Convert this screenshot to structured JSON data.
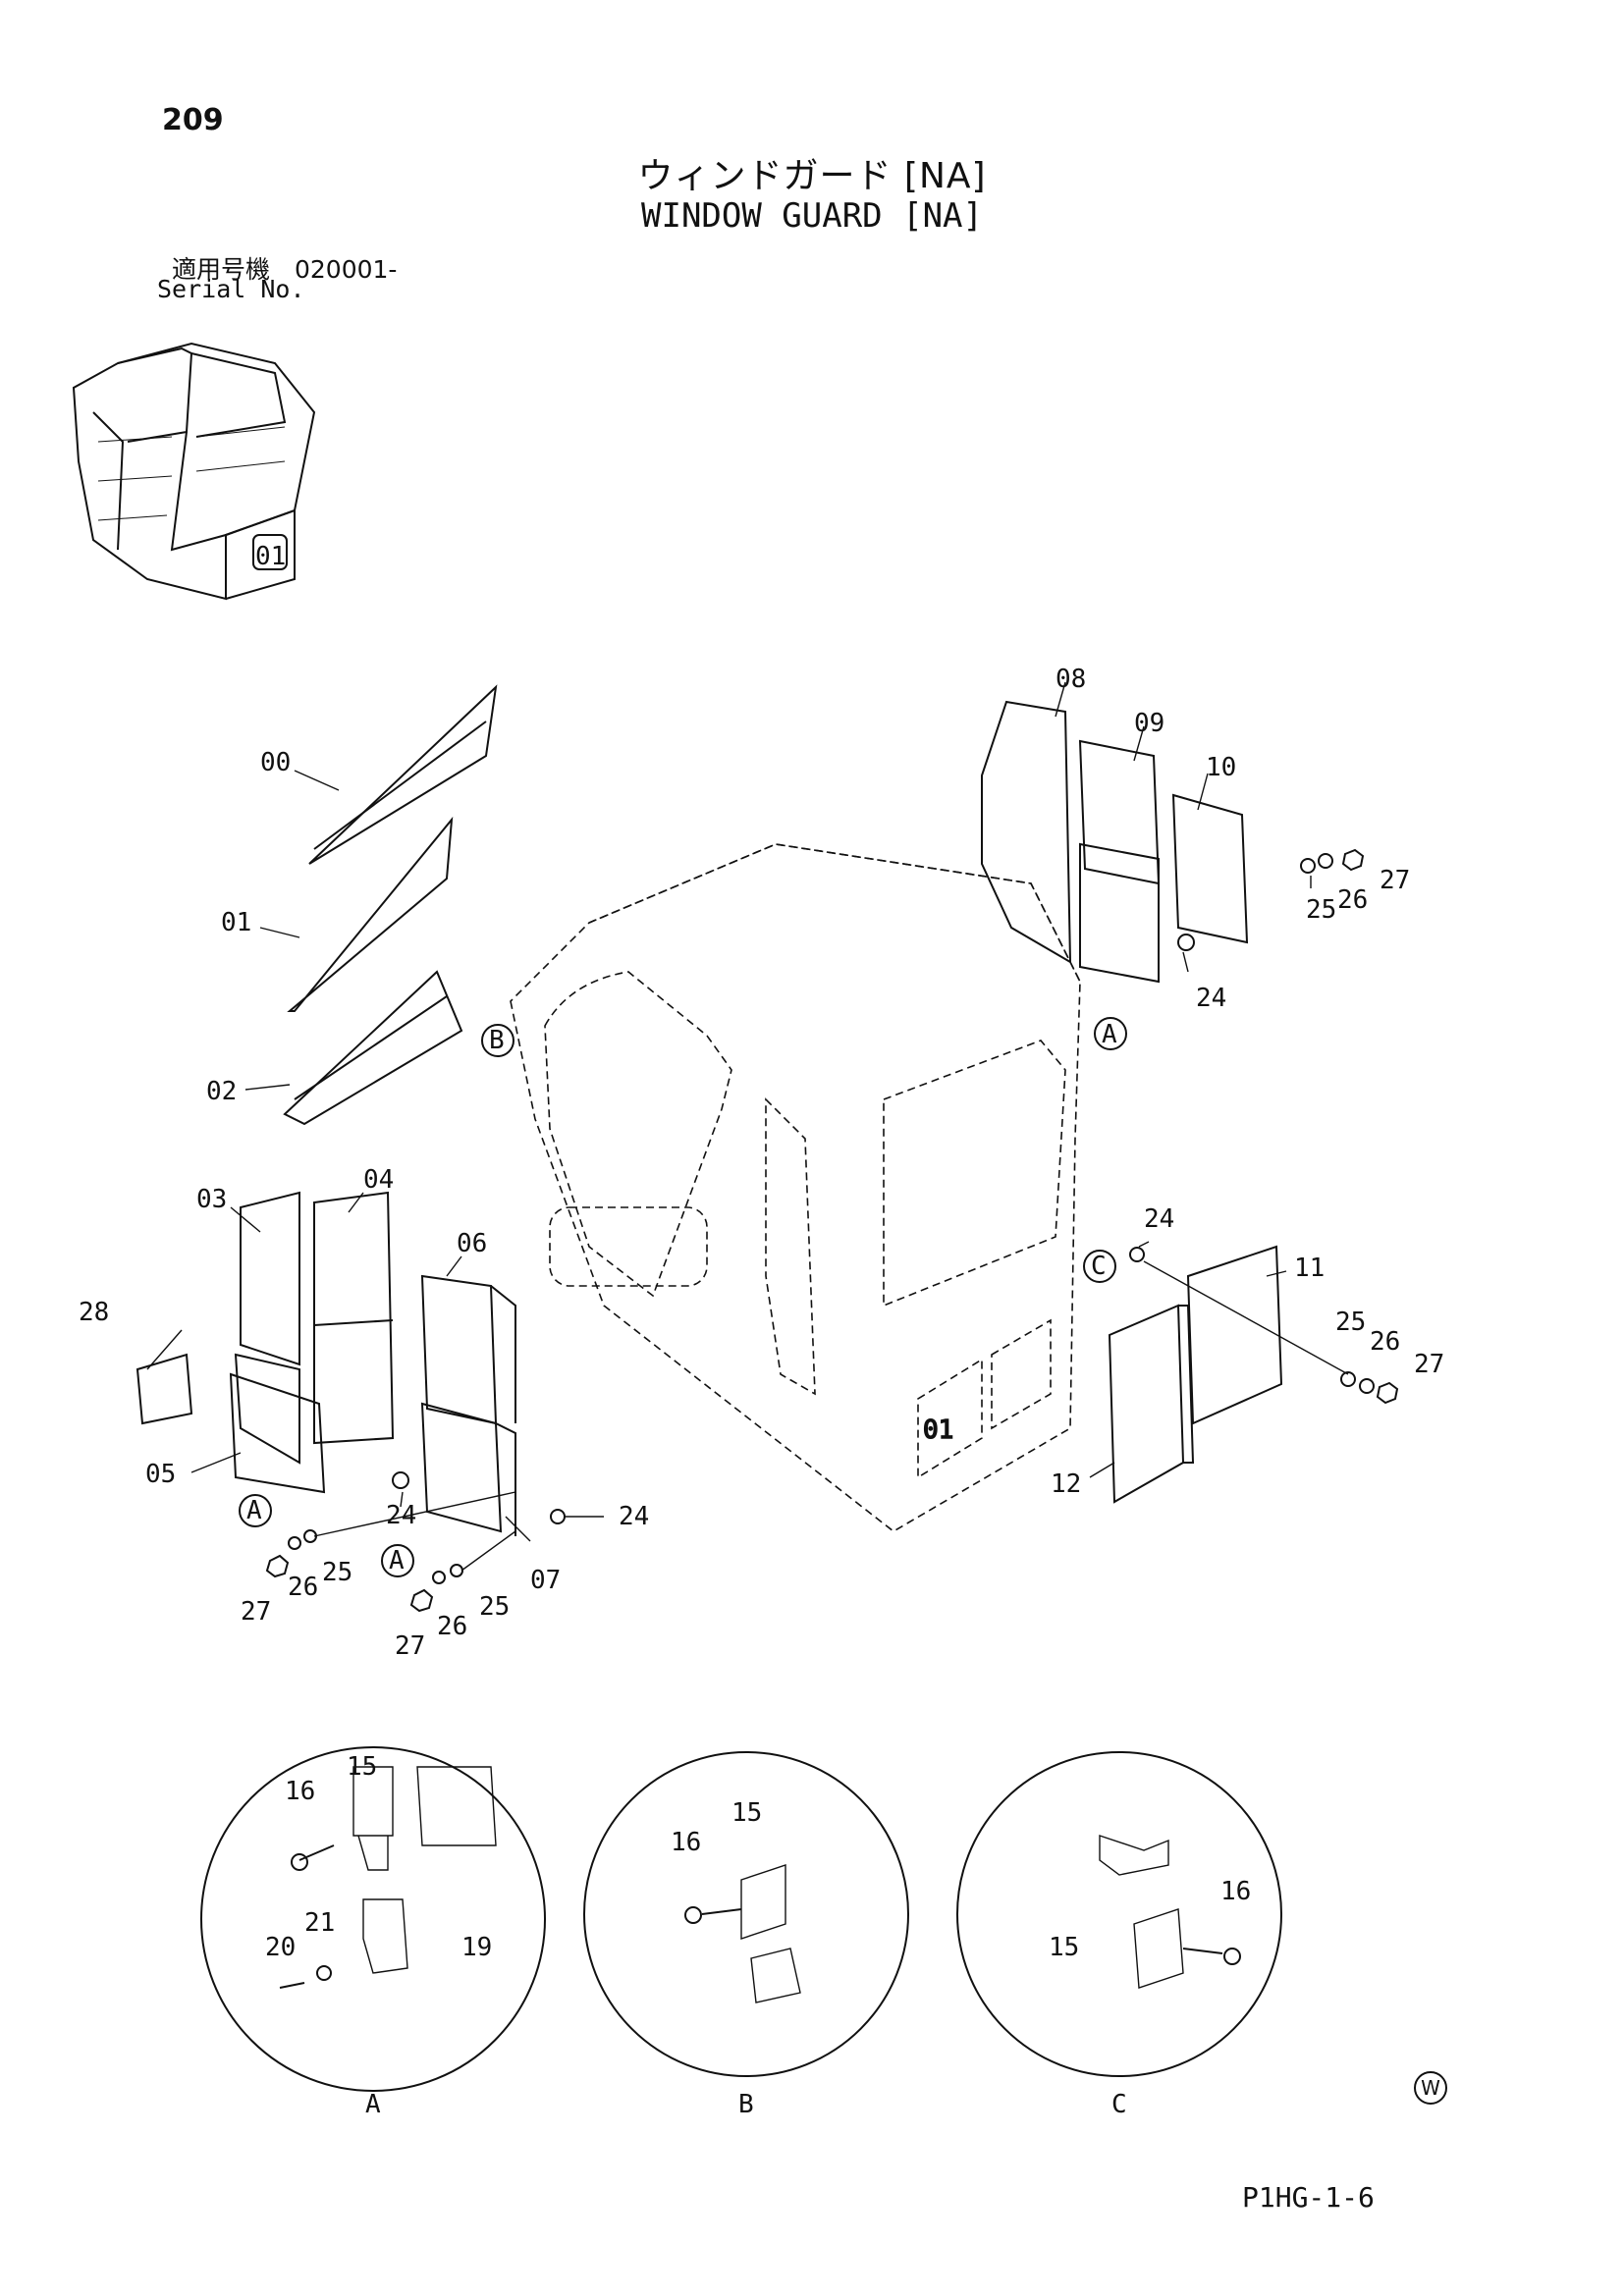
{
  "page_number": "209",
  "title_jp": "ウィンドガード [NA]",
  "title_en": "WINDOW GUARD [NA]",
  "serial_label_jp": "適用号機　020001-",
  "serial_label_en": "Serial No.",
  "doc_code": "P1HG-1-6",
  "w_mark": "W",
  "cab_logo": "01",
  "callouts": {
    "p00": "00",
    "p01": "01",
    "p02": "02",
    "p03": "03",
    "p04": "04",
    "p05": "05",
    "p06": "06",
    "p07": "07",
    "p08": "08",
    "p09": "09",
    "p10": "10",
    "p11": "11",
    "p12": "12",
    "p15": "15",
    "p16": "16",
    "p19": "19",
    "p20": "20",
    "p21": "21",
    "p24": "24",
    "p25": "25",
    "p26": "26",
    "p27": "27",
    "p28": "28"
  },
  "view_markers": {
    "a": "A",
    "b": "B",
    "c": "C"
  }
}
